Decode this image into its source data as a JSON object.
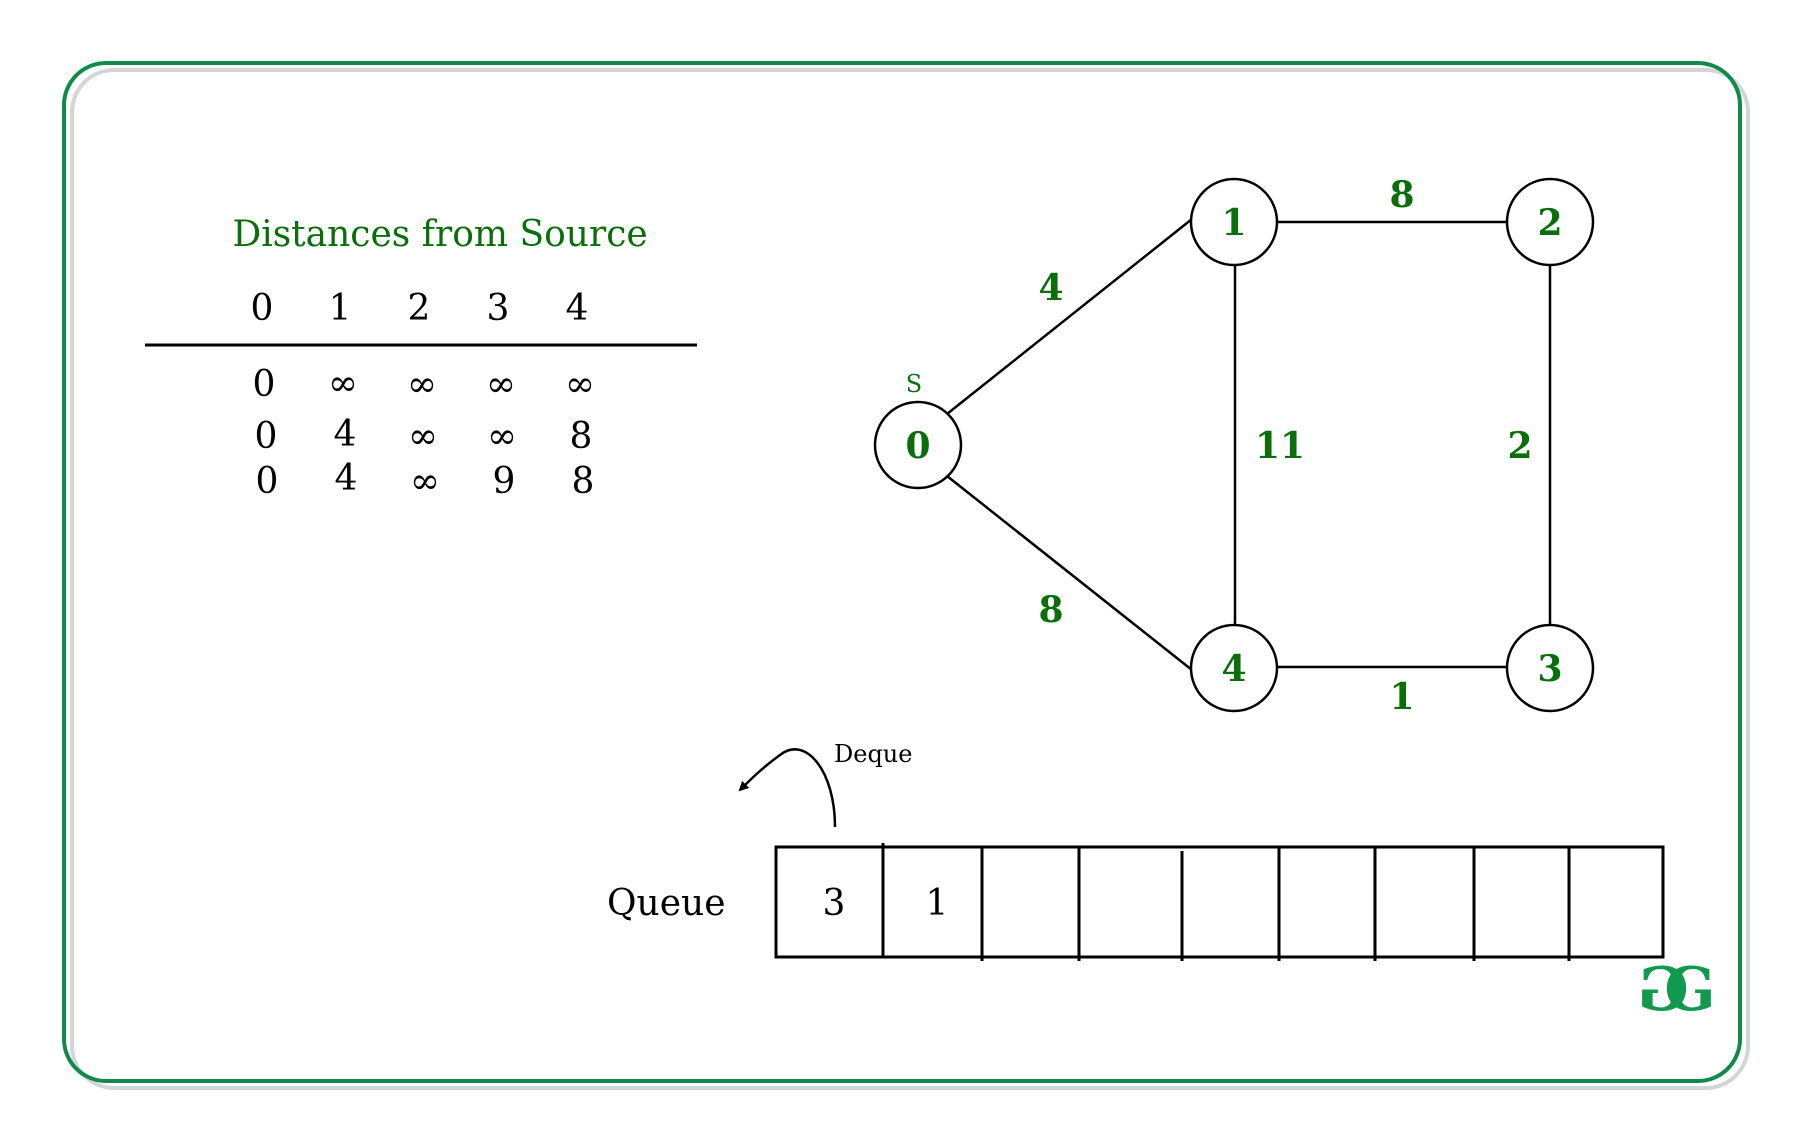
{
  "title": "Distances from Source",
  "colors": {
    "frame": "#0f8a4a",
    "frame_shadow": "#d2d6d4",
    "green_text": "#0a6e0a",
    "ink": "#000000",
    "logo": "#119a4d"
  },
  "table": {
    "headers": [
      "0",
      "1",
      "2",
      "3",
      "4"
    ],
    "rows": [
      [
        "0",
        "∞",
        "∞",
        "∞",
        "∞"
      ],
      [
        "0",
        "4",
        "∞",
        "∞",
        "8"
      ],
      [
        "0",
        "4",
        "∞",
        "9",
        "8"
      ]
    ]
  },
  "graph": {
    "source_label": "S",
    "nodes": [
      {
        "id": "n0",
        "label": "0"
      },
      {
        "id": "n1",
        "label": "1"
      },
      {
        "id": "n2",
        "label": "2"
      },
      {
        "id": "n3",
        "label": "3"
      },
      {
        "id": "n4",
        "label": "4"
      }
    ],
    "edges": [
      {
        "id": "e01",
        "from": "0",
        "to": "1",
        "weight": "4"
      },
      {
        "id": "e04",
        "from": "0",
        "to": "4",
        "weight": "8"
      },
      {
        "id": "e12",
        "from": "1",
        "to": "2",
        "weight": "8"
      },
      {
        "id": "e14",
        "from": "1",
        "to": "4",
        "weight": "11"
      },
      {
        "id": "e23",
        "from": "2",
        "to": "3",
        "weight": "2"
      },
      {
        "id": "e43",
        "from": "4",
        "to": "3",
        "weight": "1"
      }
    ]
  },
  "queue": {
    "label": "Queue",
    "deque_label": "Deque",
    "cells": [
      "3",
      "1",
      "",
      "",
      "",
      "",
      "",
      "",
      ""
    ]
  },
  "logo": {
    "text": "GG",
    "icon": "geeksforgeeks-logo"
  }
}
